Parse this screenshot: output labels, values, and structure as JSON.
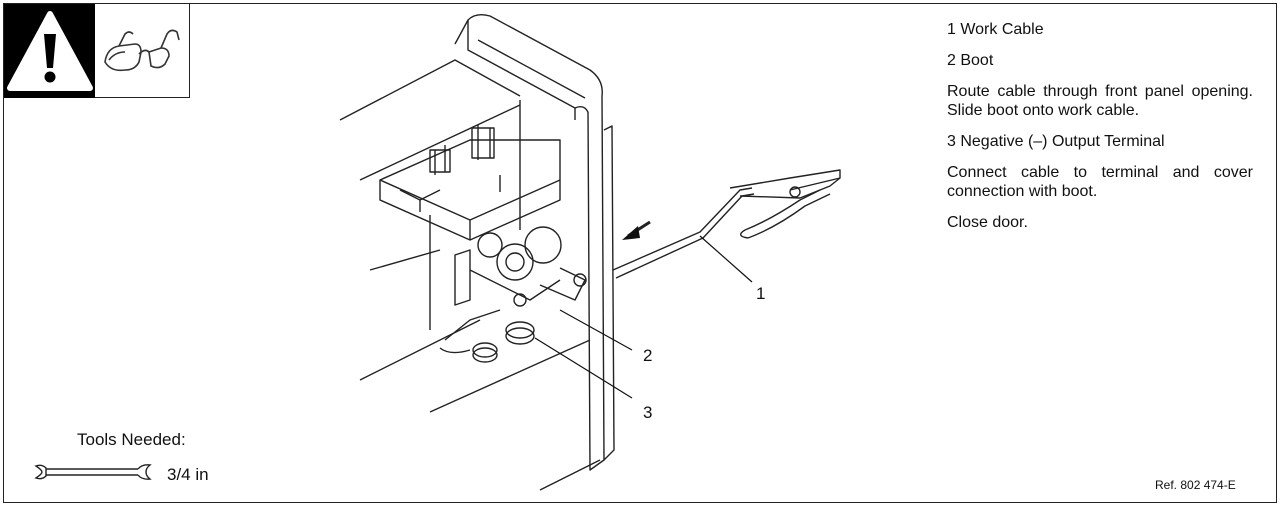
{
  "icons": {
    "warning": "warning-triangle-icon",
    "safety": "safety-glasses-icon",
    "tool": "wrench-icon"
  },
  "callouts": [
    "1",
    "2",
    "3"
  ],
  "instructions": [
    {
      "label": "1 Work Cable",
      "text": ""
    },
    {
      "label": "2 Boot",
      "text": "Route cable through front panel opening. Slide boot onto work cable."
    },
    {
      "label": "3 Negative (–) Output Terminal",
      "text": "Connect cable to terminal and cover connection with boot."
    },
    {
      "label": "",
      "text": "Close door."
    }
  ],
  "tools": {
    "heading": "Tools Needed:",
    "size": "3/4 in"
  },
  "reference": "Ref. 802 474-E"
}
